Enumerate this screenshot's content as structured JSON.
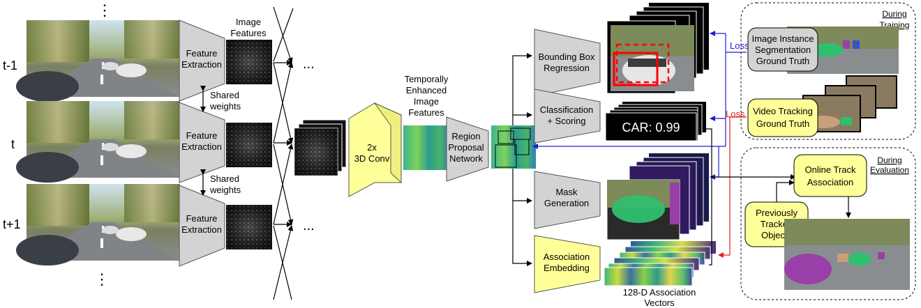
{
  "time_labels": {
    "prev": "t-1",
    "curr": "t",
    "next": "t+1"
  },
  "ellipsis_vertical": "⋮",
  "ellipsis_horizontal": "...",
  "image_features_label": [
    "Image",
    "Features"
  ],
  "feature_extraction_label": [
    "Feature",
    "Extraction"
  ],
  "shared_weights_label": [
    "Shared",
    "weights"
  ],
  "conv_label": [
    "2x",
    "3D Conv"
  ],
  "temporal_features_label": [
    "Temporally",
    "Enhanced",
    "Image",
    "Features"
  ],
  "rpn_label": [
    "Region",
    "Proposal",
    "Network"
  ],
  "heads": {
    "bbox": [
      "Bounding Box",
      "Regression"
    ],
    "classification": [
      "Classification",
      "+ Scoring"
    ],
    "mask": [
      "Mask",
      "Generation"
    ],
    "association": [
      "Association",
      "Embedding"
    ]
  },
  "class_output": "CAR: 0.99",
  "association_vectors_label": [
    "128-D Association",
    "Vectors"
  ],
  "loss_label": "Loss",
  "training": {
    "title": [
      "During",
      "Training"
    ],
    "instance_gt": [
      "Image Instance",
      "Segmentation",
      "Ground Truth"
    ],
    "tracking_gt": [
      "Video Tracking",
      "Ground Truth"
    ]
  },
  "evaluation": {
    "title": [
      "During",
      "Evaluation"
    ],
    "online_track": [
      "Online Track",
      "Association"
    ],
    "previous": [
      "Previously",
      "Tracked",
      "Objects"
    ]
  },
  "colors": {
    "gray_box": "#d3d3d3",
    "yellow_box": "#ffff99",
    "blue_arrow": "#1f1fd0",
    "red_arrow": "#e02020",
    "bbox_red": "#ff0000",
    "mask_green": "#2fbf6f",
    "mask_purple": "#9b3fa8"
  }
}
